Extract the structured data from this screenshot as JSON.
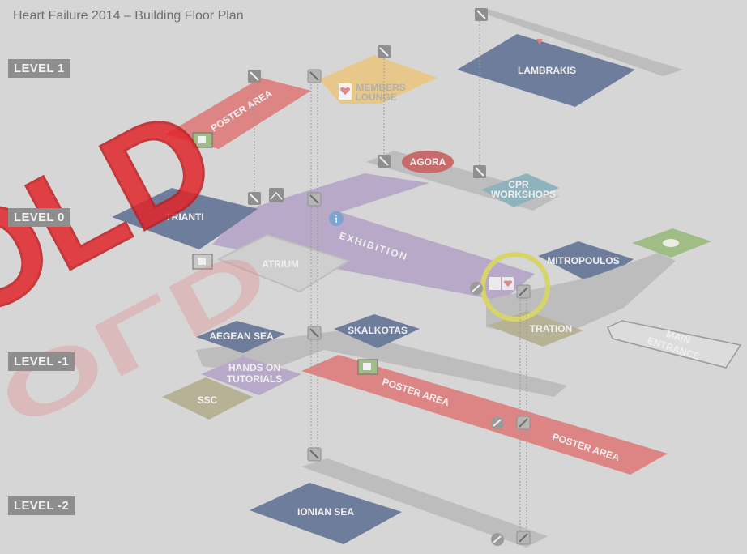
{
  "title": "Heart Failure 2014 – Building Floor Plan",
  "levels": [
    "LEVEL 1",
    "LEVEL 0",
    "LEVEL -1",
    "LEVEL -2"
  ],
  "rooms": {
    "lambrakis": "LAMBRAKIS",
    "poster_area_l1": "POSTER AREA",
    "members_lounge_1": "MEMBERS",
    "members_lounge_2": "LOUNGE",
    "agora": "AGORA",
    "cpr_1": "CPR",
    "cpr_2": "WORKSHOPS",
    "trianti": "TRIANTI",
    "atrium": "ATRIUM",
    "exhibition": "EXHIBITION",
    "mitropoulos": "MITROPOULOS",
    "registration": "TRATION",
    "main_entrance_1": "MAIN",
    "main_entrance_2": "ENTRANCE",
    "aegean_sea": "AEGEAN SEA",
    "skalkotas": "SKALKOTAS",
    "hands_on_1": "HANDS ON",
    "hands_on_2": "TUTORIALS",
    "ssc": "SSC",
    "poster_area_l_1a": "POSTER AREA",
    "poster_area_l_1b": "POSTER AREA",
    "ionian_sea": "IONIAN SEA"
  },
  "watermark": "OLD",
  "colors": {
    "background": "#d6d6d6",
    "room_blue": "#6f7d9c",
    "poster_red": "#dd8585",
    "exhibition_purple": "#b7a9c7",
    "corridor_gray": "#bdbdbd",
    "lounge_yellow": "#e8c88a",
    "agora_red": "#c96b6b",
    "cpr_teal": "#8fb3bc",
    "ssc_khaki": "#b7b296",
    "food_green": "#9fbd85",
    "highlight_ring": "#d7d46a",
    "watermark_red": "#e0262a"
  },
  "icons": [
    "elevator-icon",
    "escalator-icon",
    "info-icon",
    "cloakroom-icon",
    "coffee-icon",
    "restaurant-icon",
    "members-heart-icon"
  ]
}
